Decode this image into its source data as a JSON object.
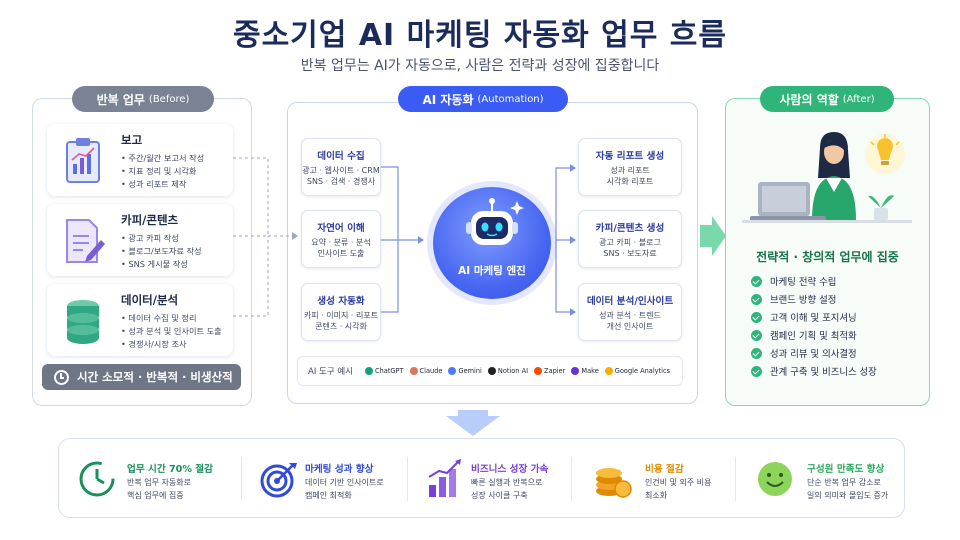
{
  "title": "중소기업 AI 마케팅 자동화 업무 흐름",
  "subtitle": "반복 업무는 AI가 자동으로, 사람은 전략과 성장에 집중합니다",
  "before": {
    "pill_main": "반복 업무",
    "pill_sub": "(Before)",
    "cards": [
      {
        "title": "보고",
        "lines": [
          "• 주간/월간 보고서 작성",
          "• 지표 정리 및 시각화",
          "• 성과 리포트 제작"
        ],
        "icon": "clipboard-chart-icon"
      },
      {
        "title": "카피/콘텐츠",
        "lines": [
          "• 광고 카피 작성",
          "• 블로그/보도자료 작성",
          "• SNS 게시물 작성"
        ],
        "icon": "document-pencil-icon"
      },
      {
        "title": "데이터/분석",
        "lines": [
          "• 데이터 수집 및 정리",
          "• 성과 분석 및 인사이트 도출",
          "• 경쟁사/시장 조사"
        ],
        "icon": "database-icon"
      }
    ],
    "footer": "시간 소모적 · 반복적 · 비생산적"
  },
  "ai": {
    "pill_main": "AI 자동화",
    "pill_sub": "(Automation)",
    "inputs": [
      {
        "title": "데이터 수집",
        "lines": [
          "광고 · 웹사이트 · CRM",
          "SNS · 검색 · 경쟁사"
        ]
      },
      {
        "title": "자연어 이해",
        "lines": [
          "요약 · 분류 · 분석",
          "인사이트 도출"
        ]
      },
      {
        "title": "생성 자동화",
        "lines": [
          "카피 · 이미지 · 리포트",
          "콘텐츠 · 시각화"
        ]
      }
    ],
    "engine_label": "AI 마케팅 엔진",
    "outputs": [
      {
        "title": "자동 리포트 생성",
        "lines": [
          "성과 리포트",
          "시각화 리포트"
        ]
      },
      {
        "title": "카피/콘텐츠 생성",
        "lines": [
          "광고 카피 · 블로그",
          "SNS · 보도자료"
        ]
      },
      {
        "title": "데이터 분석/인사이트",
        "lines": [
          "성과 분석 · 트렌드",
          "개선 인사이트"
        ]
      }
    ],
    "tools_label": "AI 도구 예시",
    "tools": [
      {
        "name": "ChatGPT",
        "color": "#10a37f"
      },
      {
        "name": "Claude",
        "color": "#d97757"
      },
      {
        "name": "Gemini",
        "color": "#4a7cf5"
      },
      {
        "name": "Notion AI",
        "color": "#222222"
      },
      {
        "name": "Zapier",
        "color": "#ff4a00"
      },
      {
        "name": "Make",
        "color": "#6b2fd6"
      },
      {
        "name": "Google Analytics",
        "color": "#f9ab00"
      }
    ]
  },
  "after": {
    "pill_main": "사람의 역할",
    "pill_sub": "(After)",
    "heading": "전략적 · 창의적 업무에 집중",
    "items": [
      "마케팅 전략 수립",
      "브랜드 방향 설정",
      "고객 이해 및 포지셔닝",
      "캠페인 기획 및 최적화",
      "성과 리뷰 및 의사결정",
      "관계 구축 및 비즈니스 성장"
    ]
  },
  "benefits": [
    {
      "title": "업무 시간 70% 절감",
      "lines": [
        "반복 업무 자동화로",
        "핵심 업무에 집중"
      ],
      "color": "#1a8f5c",
      "icon": "clock-icon"
    },
    {
      "title": "마케팅 성과 향상",
      "lines": [
        "데이터 기반 인사이트로",
        "캠페인 최적화"
      ],
      "color": "#2f4bd8",
      "icon": "target-icon"
    },
    {
      "title": "비즈니스 성장 가속",
      "lines": [
        "빠른 실행과 반복으로",
        "성장 사이클 구축"
      ],
      "color": "#7a3fd6",
      "icon": "bar-growth-icon"
    },
    {
      "title": "비용 절감",
      "lines": [
        "인건비 및 외주 비용",
        "최소화"
      ],
      "color": "#e08a00",
      "icon": "coins-icon"
    },
    {
      "title": "구성원 만족도 향상",
      "lines": [
        "단순 반복 업무 감소로",
        "일의 의미와 몰입도 증가"
      ],
      "color": "#2fa85e",
      "icon": "smile-icon"
    }
  ]
}
